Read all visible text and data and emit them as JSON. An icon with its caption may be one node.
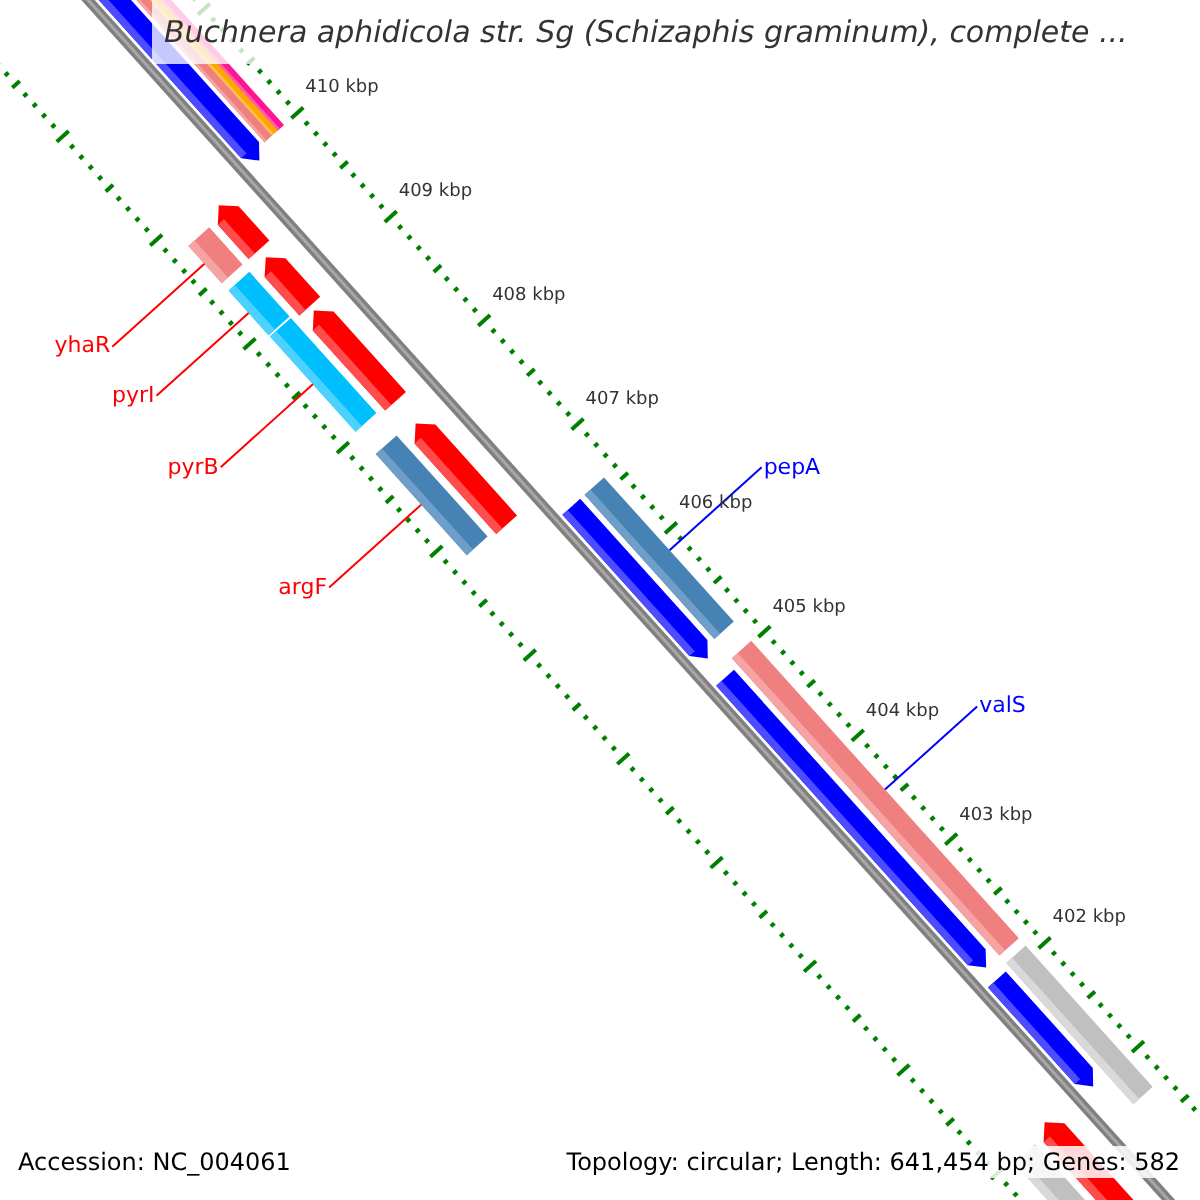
{
  "diagram": {
    "title": "Buchnera aphidicola str. Sg (Schizaphis graminum), complete ...",
    "nodes": [
      {
        "text": [
          "yhaR"
        ]
      },
      {
        "text": [
          "pyrI"
        ]
      },
      {
        "text": [
          "pepA"
        ]
      },
      {
        "text": [
          "pyrB"
        ]
      },
      {
        "text": [
          "argF"
        ]
      },
      {
        "text": [
          "valS"
        ]
      },
      {
        "text": [],
        "shape": "bar"
      },
      {
        "text": [],
        "shape": "bar"
      },
      {
        "text": [],
        "shape": "bar"
      },
      {
        "text": [],
        "shape": "bar"
      },
      {
        "text": [],
        "shape": "bar"
      },
      {
        "text": [],
        "shape": "bar"
      }
    ],
    "edges": [
      {
        "from": 0,
        "to": 6,
        "arrow": "none"
      },
      {
        "from": 1,
        "to": 7,
        "arrow": "none"
      },
      {
        "from": 3,
        "to": 8,
        "arrow": "none"
      },
      {
        "from": 4,
        "to": 9,
        "arrow": "none"
      },
      {
        "from": 2,
        "to": 10,
        "arrow": "none",
        "color": "#0000ff"
      },
      {
        "from": 5,
        "to": 11,
        "arrow": "none",
        "color": "#0000ff"
      }
    ],
    "labels": [
      "410 kbp",
      "409 kbp",
      "408 kbp",
      "407 kbp",
      "406 kbp",
      "405 kbp",
      "404 kbp",
      "403 kbp",
      "402 kbp",
      "Accession: NC_004061",
      "Topology: circular; Length: 641,454 bp; Genes: 582"
    ]
  }
}
